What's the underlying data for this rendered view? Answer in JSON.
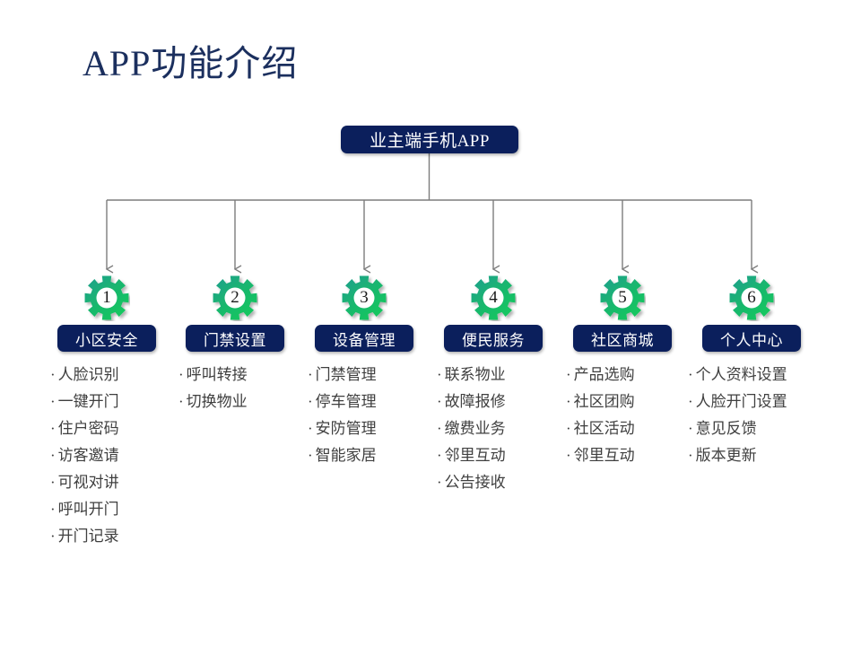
{
  "page": {
    "title": "APP功能介绍",
    "title_color": "#1b2f5e",
    "background": "#ffffff",
    "node_fill": "#0b1f5c",
    "node_text_color": "#ffffff",
    "gear_color_start": "#1e9e8f",
    "gear_color_end": "#16c95e",
    "item_text_color": "#3f3f3f",
    "connector_color": "#808080",
    "bullet": "·"
  },
  "root": {
    "label": "业主端手机APP"
  },
  "branches": [
    {
      "number": "1",
      "label": "小区安全",
      "items": [
        "人脸识别",
        "一键开门",
        "住户密码",
        "访客邀请",
        "可视对讲",
        "呼叫开门",
        "开门记录"
      ]
    },
    {
      "number": "2",
      "label": "门禁设置",
      "items": [
        "呼叫转接",
        "切换物业"
      ]
    },
    {
      "number": "3",
      "label": "设备管理",
      "items": [
        "门禁管理",
        "停车管理",
        "安防管理",
        "智能家居"
      ]
    },
    {
      "number": "4",
      "label": "便民服务",
      "items": [
        "联系物业",
        "故障报修",
        "缴费业务",
        "邻里互动",
        "公告接收"
      ]
    },
    {
      "number": "5",
      "label": "社区商城",
      "items": [
        "产品选购",
        "社区团购",
        "社区活动",
        "邻里互动"
      ]
    },
    {
      "number": "6",
      "label": "个人中心",
      "items": [
        "个人资料设置",
        "人脸开门设置",
        "意见反馈",
        "版本更新"
      ]
    }
  ]
}
